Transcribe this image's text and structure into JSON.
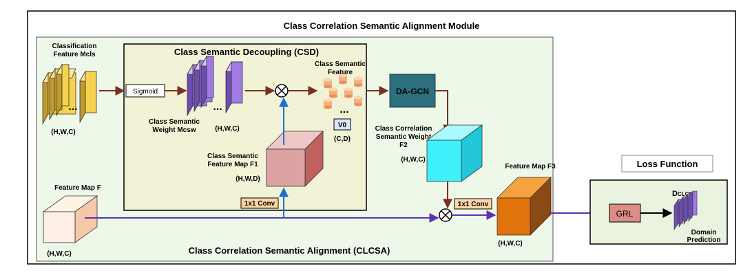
{
  "module_title": "Class Correlation  Semantic  Alignment Module",
  "csd": {
    "title": "Class Semantic Decoupling (CSD)",
    "sigmoid": "Sigmoid",
    "weight_label_1": "Class Semantic",
    "weight_label_2": "Weight Mcsw",
    "weight_shape": "(H,W,C)",
    "feature_label_1": "Class Semantic",
    "feature_label_2": "Feature",
    "v0": "V0",
    "v0_shape": "(C,D)",
    "f1_label_1": "Class Semantic",
    "f1_label_2": "Feature Map F1",
    "f1_shape": "(H,W,D)",
    "conv": "1x1 Conv"
  },
  "classification": {
    "label_1": "Classification",
    "label_2": "Feature Mcls",
    "shape": "(H,W,C)"
  },
  "feature_map_f": {
    "label": "Feature Map F",
    "shape": "(H,W,C)"
  },
  "dagcn": "DA-GCN",
  "f2": {
    "label_1": "Class Correlation",
    "label_2": "Semantic Weight",
    "label_3": "F2",
    "shape": "(H,W,C)"
  },
  "conv2": "1x1 Conv",
  "f3": {
    "label": "Feature Map F3",
    "shape": "(H,W,C)"
  },
  "clcsa_title": "Class Correlation  Semantic  Alignment (CLCSA)",
  "loss": {
    "title": "Loss Function",
    "d_main": "D",
    "d_sub": "CLCSA",
    "grl": "GRL",
    "pred_1": "Domain",
    "pred_2": "Prediction"
  },
  "ellipsis": "...",
  "multiply": "⊗",
  "colors": {
    "green_panel": "#eef8e8",
    "csd_panel": "#f2f2d6",
    "mcls": "#f7d24e",
    "mcsw": "#a27ae6",
    "f1": "#dca3a2",
    "dagcn": "#2d6f7d",
    "f2": "#3ff0fb",
    "f3": "#e0730c",
    "conv": "#fcd6a6",
    "grl": "#dc8e86",
    "purple_arrow": "#5a33b5",
    "brown_arrow": "#7a2f22",
    "blue_arrow": "#1f6fd0"
  }
}
